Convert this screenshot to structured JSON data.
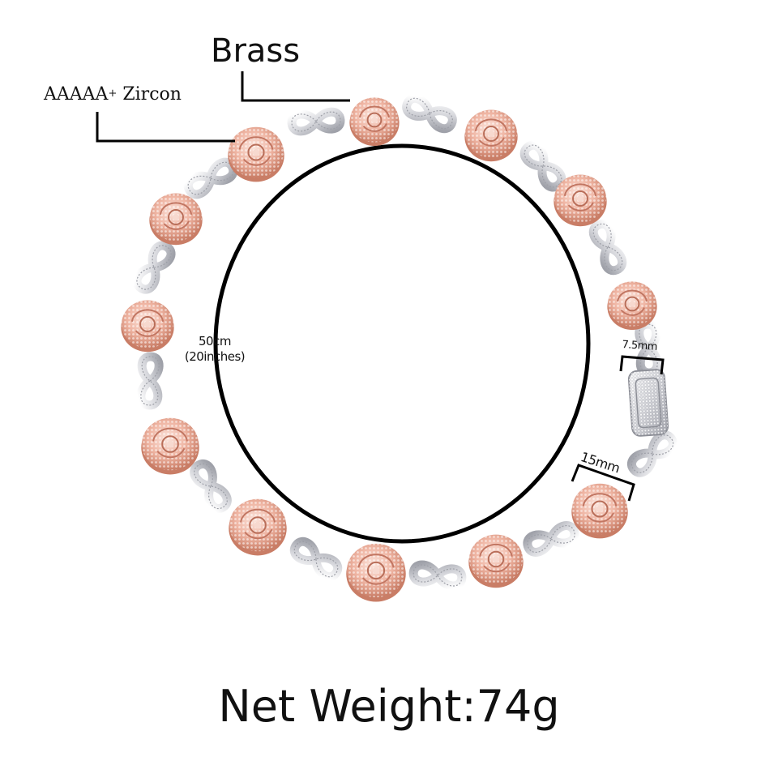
{
  "labels": {
    "material": "Brass",
    "stone_prefix": "AAAAA",
    "stone_sup": "+",
    "stone_suffix": " Zircon",
    "length_cm": "50cm",
    "length_in": "(20inches)",
    "clasp_width": "7.5mm",
    "flower_width": "15mm",
    "net_weight": "Net Weight:74g"
  },
  "colors": {
    "text": "#111111",
    "rose_gold_light": "#f4c9bd",
    "rose_gold_mid": "#e8a892",
    "rose_gold_dark": "#c97d66",
    "silver_light": "#f2f2f4",
    "silver_mid": "#d6d7dc",
    "silver_dark": "#a9abb3",
    "line": "#000000"
  },
  "icons": {
    "flower": "rose-flower-icon",
    "link": "infinity-link-icon",
    "clasp": "box-clasp-icon"
  }
}
